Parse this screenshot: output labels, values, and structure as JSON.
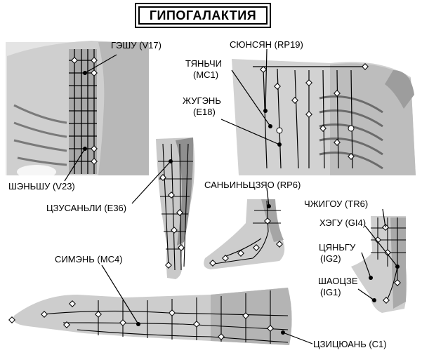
{
  "title": "ГИПОГАЛАКТИЯ",
  "labels": {
    "geshu": "ГЭШУ (V17)",
    "shenshu": "ШЭНЬШУ (V23)",
    "tsusanli": "ЦЗУСАНЬЛИ (E36)",
    "syunsyan": "СЮНСЯН (RP19)",
    "tyanchi_1": "ТЯНЬЧИ",
    "tyanchi_2": "(MC1)",
    "zhugen_1": "ЖУГЭНЬ",
    "zhugen_2": "(E18)",
    "sanyintszyao": "САНЬИНЬЦЗЯО (RP6)",
    "zhzhigou": "ЧЖИГОУ (TR6)",
    "hegu": "ХЭГУ (GI4)",
    "tsyangu_1": "ЦЯНЬГУ",
    "tsyangu_2": "(IG2)",
    "shaotsze_1": "ШАОЦЗЕ",
    "shaotsze_2": "(IG1)",
    "simen": "СИМЭНЬ (MC4)",
    "tsitsyuan": "ЦЗИЦЮАНЬ (C1)"
  },
  "colors": {
    "skin": "#d6d6d6",
    "shade": "#9a9a9a",
    "line": "#000000"
  }
}
